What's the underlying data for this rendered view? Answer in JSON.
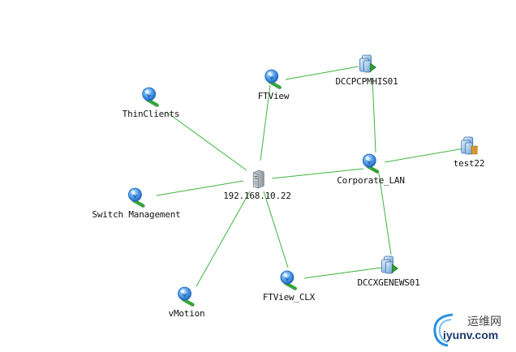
{
  "colors": {
    "edge": "#3cb43c",
    "network_icon": "#2f7fd9",
    "server_icon": "#9aa4ad",
    "vm_running": "#2ca02c",
    "vm_paused": "#e89a1a",
    "logo_blue": "#1a3b6e"
  },
  "nodes": [
    {
      "id": "host",
      "label": "192.168.10.22",
      "icon": "server-icon"
    },
    {
      "id": "ftview",
      "label": "FTView",
      "icon": "network-icon"
    },
    {
      "id": "thinclients",
      "label": "ThinClients",
      "icon": "network-icon"
    },
    {
      "id": "switchmgmt",
      "label": "Switch Management",
      "icon": "network-icon"
    },
    {
      "id": "vmotion",
      "label": "vMotion",
      "icon": "network-icon"
    },
    {
      "id": "ftviewclx",
      "label": "FTView_CLX",
      "icon": "network-icon"
    },
    {
      "id": "corplan",
      "label": "Corporate_LAN",
      "icon": "network-icon"
    },
    {
      "id": "dccpcpmhis01",
      "label": "DCCPCPMHIS01",
      "icon": "vm-running-icon"
    },
    {
      "id": "test22",
      "label": "test22",
      "icon": "vm-paused-icon"
    },
    {
      "id": "dccxgenews01",
      "label": "DCCXGENEWS01",
      "icon": "vm-running-icon"
    }
  ],
  "edges": [
    [
      "host",
      "ftview"
    ],
    [
      "host",
      "thinclients"
    ],
    [
      "host",
      "switchmgmt"
    ],
    [
      "host",
      "vmotion"
    ],
    [
      "host",
      "ftviewclx"
    ],
    [
      "host",
      "corplan"
    ],
    [
      "ftview",
      "dccpcpmhis01"
    ],
    [
      "dccpcpmhis01",
      "corplan"
    ],
    [
      "corplan",
      "test22"
    ],
    [
      "corplan",
      "dccxgenews01"
    ],
    [
      "ftviewclx",
      "dccxgenews01"
    ]
  ],
  "watermark": {
    "cn": "运维网",
    "en": "iyunv.com"
  }
}
